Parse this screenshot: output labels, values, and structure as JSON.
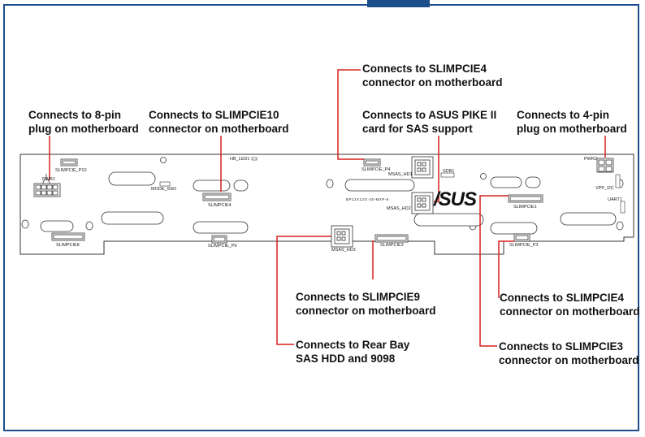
{
  "callouts": {
    "pin8": {
      "line1": "Connects to 8-pin",
      "line2": "plug on motherboard"
    },
    "slim10": {
      "line1": "Connects to SLIMPCIE10",
      "line2": "connector on motherboard"
    },
    "slim4_top": {
      "line1": "Connects to SLIMPCIE4",
      "line2": "connector on motherboard"
    },
    "pike": {
      "line1": "Connects to ASUS PIKE II",
      "line2": "card for SAS support"
    },
    "pin4": {
      "line1": "Connects to 4-pin",
      "line2": "plug on motherboard"
    },
    "slim9": {
      "line1": "Connects to SLIMPCIE9",
      "line2": "connector on motherboard"
    },
    "rear": {
      "line1": "Connects to Rear Bay",
      "line2": "SAS HDD and 9098"
    },
    "slim4_bottom": {
      "line1": "Connects to SLIMPCIE4",
      "line2": "connector on motherboard"
    },
    "slim3": {
      "line1": "Connects to SLIMPCIE3",
      "line2": "connector on motherboard"
    }
  },
  "board_labels": {
    "pwr1": "PWR1",
    "slimpcie_p10": "SLIMPCIE_P10",
    "hb_led1": "HB_LED1",
    "slimpcie_p4": "SLIMPCIE_P4",
    "msas_hd1": "MSAS_HD1",
    "sdb1": "SDB1",
    "pwr2": "PWR2",
    "mode_sw1": "MODE_SW1",
    "slimpcie4": "SLIMPCIE4",
    "part_number": "BP12X12G-25-MXP-8",
    "msas_hd2": "MSAS_HD2",
    "vpp_i2c": "VPP_I2C",
    "uart1": "UART1",
    "slimpcie1": "SLIMPCIE1",
    "slimpcie8": "SLIMPCIE8",
    "slimpcie_p9": "SLIMPCIE_P9",
    "msas_hd3": "MSAS_HD3",
    "slimpcie3": "SLIMPCIE3",
    "slimpcie_p3": "SLIMPCIE_P3",
    "logo": "/SUS"
  },
  "colors": {
    "frame": "#1c4e8c",
    "leader": "#d6201f",
    "board": "#333333"
  }
}
